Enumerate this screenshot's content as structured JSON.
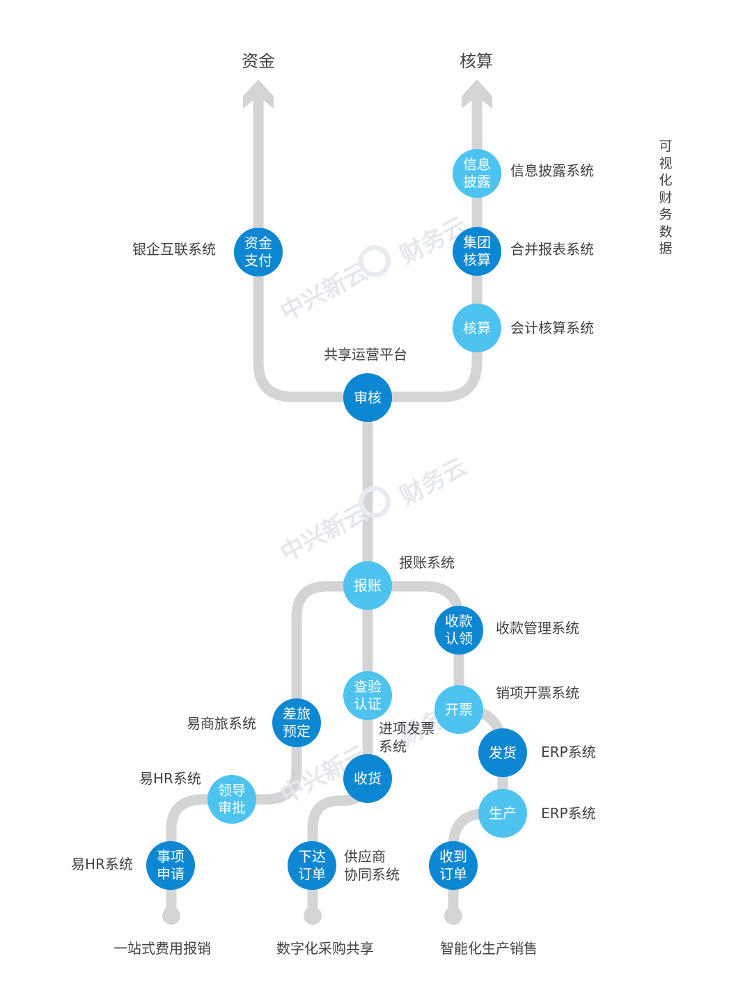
{
  "top": {
    "left_title": "资金",
    "right_title": "核算"
  },
  "vertical_caption": "可视化财务数据",
  "watermark": {
    "brand_cn": "中兴新云",
    "brand_cw": "财务云"
  },
  "nodes": {
    "zijin_zhifu": "资金\n支付",
    "xinxi_pilu": "信息\n披露",
    "jituan_hesuan": "集团\n核算",
    "hesuan": "核算",
    "shenhe": "审核",
    "baozhang": "报账",
    "shoukuan_renling": "收款\n认领",
    "chayan_renzheng": "查验\n认证",
    "kaipiao": "开票",
    "chalv_yuding": "差旅\n预定",
    "fahuo": "发货",
    "shouhuo": "收货",
    "lingdao_shenpi": "领导\n审批",
    "shengchan": "生产",
    "shixiang_shenqing": "事项\n申请",
    "xiada_dingdan": "下达\n订单",
    "shoudao_dingdan": "收到\n订单"
  },
  "labels": {
    "yinqi_hulian": "银企互联系统",
    "xinxi_pilu_xitong": "信息披露系统",
    "hebing_baobiao": "合并报表系统",
    "kuaiji_hesuan": "会计核算系统",
    "gongxiang_pingtai": "共享运营平台",
    "baozhang_xitong": "报账系统",
    "shoukuan_guanli": "收款管理系统",
    "xiaoxiang_kaipiao": "销项开票系统",
    "yishanglv": "易商旅系统",
    "jinxiang_fapiao": "进项发票\n系统",
    "erp_1": "ERP系统",
    "yihr_1": "易HR系统",
    "erp_2": "ERP系统",
    "yihr_2": "易HR系统",
    "gongyingshang": "供应商\n协同系统"
  },
  "bottom": {
    "left": "一站式费用报销",
    "middle": "数字化采购共享",
    "right": "智能化生产销售"
  },
  "colors": {
    "dark_node": "#0e87d2",
    "light_node": "#4ec3ef",
    "track": "#d2d4d6",
    "text": "#3f4145"
  }
}
